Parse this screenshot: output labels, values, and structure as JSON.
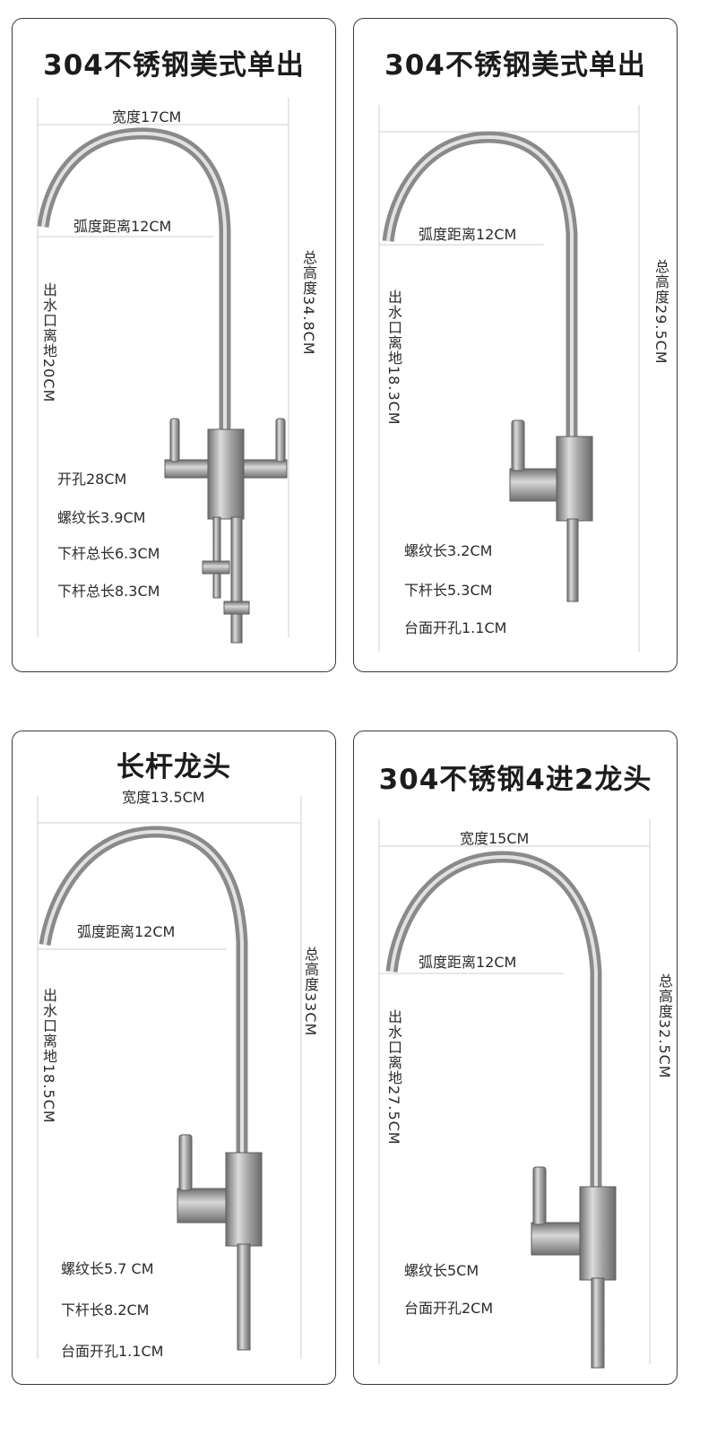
{
  "cards": [
    {
      "title": "304不锈钢美式单出",
      "width": "宽度17CM",
      "arc": "弧度距离12CM",
      "total_height": "总高度34.8CM",
      "outlet_height": "出水口离地20CM",
      "specs": [
        "开孔28CM",
        "螺纹长3.9CM",
        "下杆总长6.3CM",
        "下杆总长8.3CM"
      ]
    },
    {
      "title": "304不锈钢美式单出",
      "arc": "弧度距离12CM",
      "total_height": "总高度29.5CM",
      "outlet_height": "出水口离地18.3CM",
      "specs": [
        "螺纹长3.2CM",
        "下杆长5.3CM",
        "台面开孔1.1CM"
      ]
    },
    {
      "title": "长杆龙头",
      "width": "宽度13.5CM",
      "arc": "弧度距离12CM",
      "total_height": "总高度33CM",
      "outlet_height": "出水口离地18.5CM",
      "specs": [
        "螺纹长5.7 CM",
        "下杆长8.2CM",
        "台面开孔1.1CM"
      ]
    },
    {
      "title": "304不锈钢4进2龙头",
      "width": "宽度15CM",
      "arc": "弧度距离12CM",
      "total_height": "总高度32.5CM",
      "outlet_height": "出水口离地27.5CM",
      "specs": [
        "螺纹长5CM",
        "台面开孔2CM"
      ]
    }
  ],
  "colors": {
    "border": "#3a3a3a",
    "guide": "#cfcfcf",
    "steel_dark": "#6e6e6e",
    "steel_light": "#d9d9d9"
  }
}
